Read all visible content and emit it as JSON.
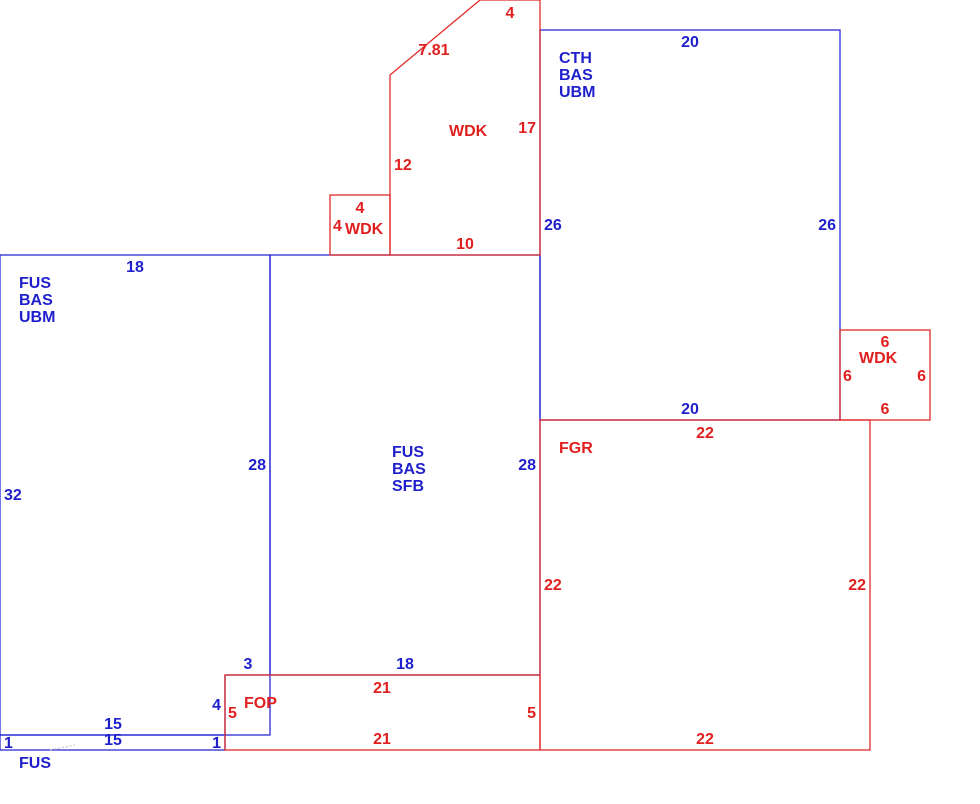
{
  "colors": {
    "blue": "#2b2bd6",
    "red": "#e02a2a"
  },
  "areas": {
    "fus_left": [
      "FUS",
      "BAS",
      "UBM"
    ],
    "fus_mid": [
      "FUS",
      "BAS",
      "SFB"
    ],
    "cth": [
      "CTH",
      "BAS",
      "UBM"
    ],
    "wdk_top": "WDK",
    "wdk_small": "WDK",
    "wdk_right": "WDK",
    "fgr": "FGR",
    "fop": "FOP",
    "fus_bottom": "FUS"
  },
  "dims": {
    "left_top": "18",
    "left_side": "32",
    "left_inner": "28",
    "left_bottom_in": "3",
    "left_bottom_4": "4",
    "strip_top": "15",
    "strip_bot": "15",
    "strip_left": "1",
    "strip_right": "1",
    "mid_right": "28",
    "mid_bottom": "18",
    "cth_top": "20",
    "cth_left": "26",
    "cth_right": "26",
    "cth_bottom": "20",
    "wdk_top_top": "4",
    "wdk_top_diag": "7.81",
    "wdk_top_right": "17",
    "wdk_top_left": "12",
    "wdk_top_bottom": "10",
    "wdk_small_top": "4",
    "wdk_small_left": "4",
    "wdk_right_top": "6",
    "wdk_right_left": "6",
    "wdk_right_right": "6",
    "wdk_right_bottom": "6",
    "fgr_top": "22",
    "fgr_left": "22",
    "fgr_right": "22",
    "fgr_bottom": "22",
    "fop_top": "21",
    "fop_bottom": "21",
    "fop_left": "5",
    "fop_right": "5"
  }
}
